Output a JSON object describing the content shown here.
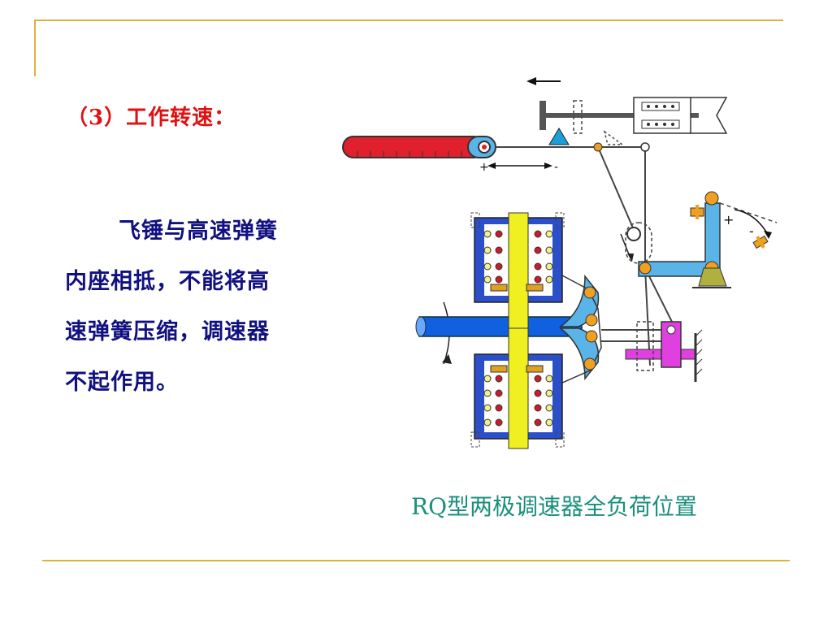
{
  "slide": {
    "heading": "（3）工作转速：",
    "paragraph_lines": [
      "飞锤与高速弹簧",
      "内座相抵，不能将高",
      "速弹簧压缩，调速器",
      "不起作用。"
    ],
    "caption": "RQ型两极调速器全负荷位置"
  },
  "diagram_labels": {
    "rack_plus": "+",
    "rack_minus": "-",
    "lever_plus": "+",
    "lever_minus": "-"
  },
  "colors": {
    "frame_accent": "#e0b23c",
    "heading_text": "#e01010",
    "body_text": "#101080",
    "caption_text": "#1a8f7c",
    "rack_red": "#e0202c",
    "shaft_blue": "#1060e0",
    "housing_blue": "#2a4fc8",
    "spindle_yellow": "#f0f020",
    "lever_cyan": "#5ab4e8",
    "slider_magenta": "#e040e0",
    "pivot_orange": "#f0a020",
    "spring_ball_red": "#cc1a2a",
    "base_olive": "#b0b040"
  }
}
